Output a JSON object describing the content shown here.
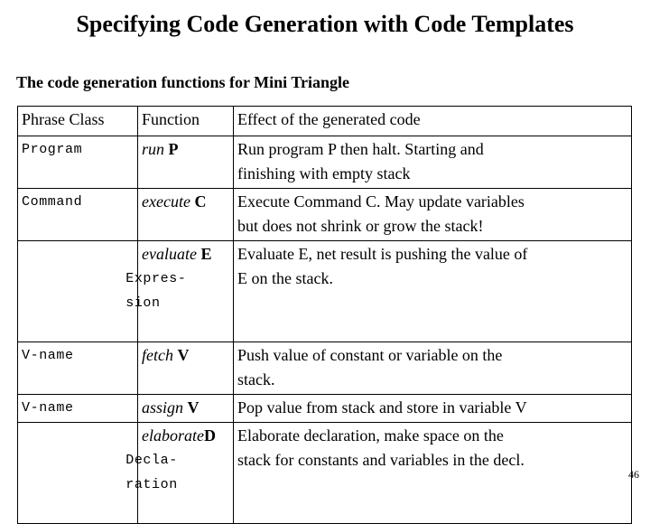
{
  "slide": {
    "title": "Specifying Code Generation with Code Templates",
    "subtitle": "The code generation functions for Mini Triangle",
    "page_number": "46",
    "text_color": "#000000",
    "background_color": "#ffffff",
    "border_color": "#000000"
  },
  "table": {
    "headers": {
      "phrase_class": "Phrase Class",
      "function": "Function",
      "effect": "Effect of the generated code"
    },
    "rows": [
      {
        "phrase_class": "Program",
        "function_name": "run",
        "function_arg": "P",
        "effect_line1": "Run program P then halt. Starting and",
        "effect_line2": "finishing with empty stack"
      },
      {
        "phrase_class": "Command",
        "function_name": "execute",
        "function_arg": "C",
        "effect_line1": "Execute Command C. May update variables",
        "effect_line2": "but does not shrink or grow the stack!"
      },
      {
        "phrase_class_line1": "Expres-",
        "phrase_class_line2": "sion",
        "function_name": "evaluate",
        "function_arg": "E",
        "effect_line1": "Evaluate E, net result is pushing the value of",
        "effect_line2": "E on the stack."
      },
      {
        "phrase_class": "V-name",
        "function_name": "fetch",
        "function_arg": "V",
        "effect_line1": "Push value of constant or variable on the",
        "effect_line2": "stack."
      },
      {
        "phrase_class": "V-name",
        "function_name": "assign",
        "function_arg": "V",
        "effect_line1": "Pop value from stack and store in variable V",
        "effect_line2": ""
      },
      {
        "phrase_class_line1": "Decla-",
        "phrase_class_line2": "ration",
        "function_name": "elaborate",
        "function_arg": "D",
        "effect_line1": "Elaborate declaration, make space on the",
        "effect_line2": "stack for constants and variables in the decl."
      }
    ]
  }
}
